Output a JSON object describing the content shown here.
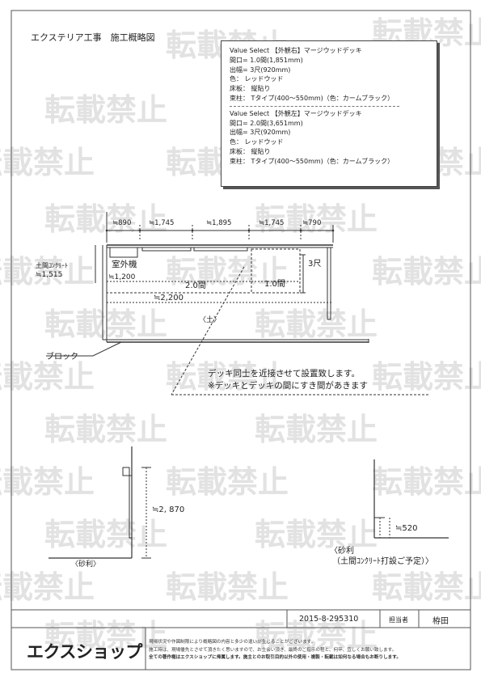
{
  "title": "エクステリア工事　施工概略図",
  "spec": {
    "block1": {
      "header": "Value Select 【外観右】マージウッドデッキ",
      "frontage": "間口= 1.0間(1,851mm)",
      "depth": "出幅= 3尺(920mm)",
      "color": "色： レッドウッド",
      "floor": "床板： 縦貼り",
      "post": "束柱： Tタイプ(400～550mm)（色：カームブラック）"
    },
    "block2": {
      "header": "Value Select 【外観左】マージウッドデッキ",
      "frontage": "間口= 2.0間(3,651mm)",
      "depth": "出幅= 3尺(920mm)",
      "color": "色： レッドウッド",
      "floor": "床板： 縦貼り",
      "post": "束柱： Tタイプ(400～550mm)（色：カームブラック）"
    }
  },
  "plan": {
    "dims_top": [
      "≒890",
      "≒1,745",
      "≒1,895",
      "≒1,745",
      "≒790"
    ],
    "doma_label": "土間ｺﾝｸﾘｰﾄ",
    "doma_value": "≒1,515",
    "outdoor_unit": "室外機",
    "dim_1200": "≒1,200",
    "deck_left": "2.0間",
    "deck_right": "1.0間",
    "deck_depth": "3尺",
    "dim_2200": "≒2,200",
    "soil": "〈土〉",
    "block": "ブロック",
    "note1": "デッキ同士を近接させて設置致します。",
    "note2": "※デッキとデッキの間にすき間があきます"
  },
  "section": {
    "left_height": "≒2, 870",
    "left_ground": "〈砂利〉",
    "right_height": "≒520",
    "right_ground_1": "〈砂利",
    "right_ground_2": "（土間ｺﾝｸﾘｰﾄ打設ご予定）〉"
  },
  "footer": {
    "doc_no": "2015-8-295310",
    "person_label": "担当者",
    "person": "栫田",
    "logo": "エクスショップ",
    "notes": [
      "現場状況や作図制限により概略図の内容と多少の違いが生じることがございます。",
      "施工時は、現場優先とさせて頂きたく思いますので、お立会い頂き、最終のご指示の程と、何卒、宜しくお願い致します。",
      "全ての著作権はエクスショップに帰属します。施主とのお取引目的以外の使用・複製・転載は如何なる場合もお断りします。"
    ]
  },
  "watermark": "転載禁止"
}
